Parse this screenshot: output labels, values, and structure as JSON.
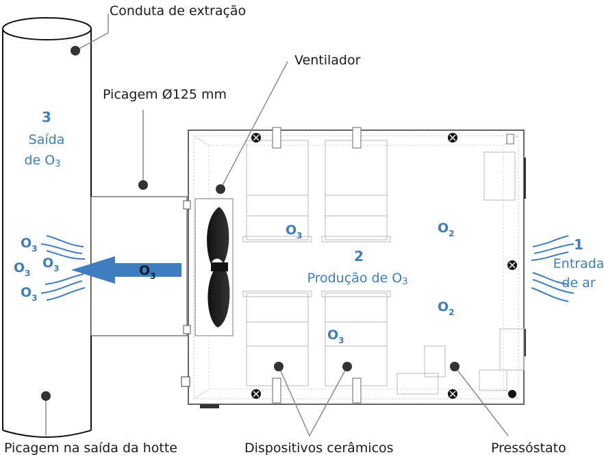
{
  "labels": {
    "exhaust_duct": "Conduta de extração",
    "fan": "Ventilador",
    "fitting": "Picagem Ø125 mm",
    "hood_outlet": "Picagem na saída da hotte",
    "ceramic_devices": "Dispositivos cerâmicos",
    "pressure_switch": "Pressóstato"
  },
  "stages": {
    "outlet": {
      "number": "3",
      "line1": "Saída",
      "line2": "de O",
      "sub": "3"
    },
    "production": {
      "number": "2",
      "text": "Produção de O",
      "sub": "3"
    },
    "inlet": {
      "number": "1",
      "line1": "Entrada",
      "line2": "de ar"
    }
  },
  "molecules": {
    "o3_base": "O",
    "o3_sub": "3",
    "o2_base": "O",
    "o2_sub": "2"
  },
  "colors": {
    "accent_blue": "#3d7dc0",
    "text_dark": "#1a1a1a",
    "line_gray": "#b8b8b8"
  }
}
